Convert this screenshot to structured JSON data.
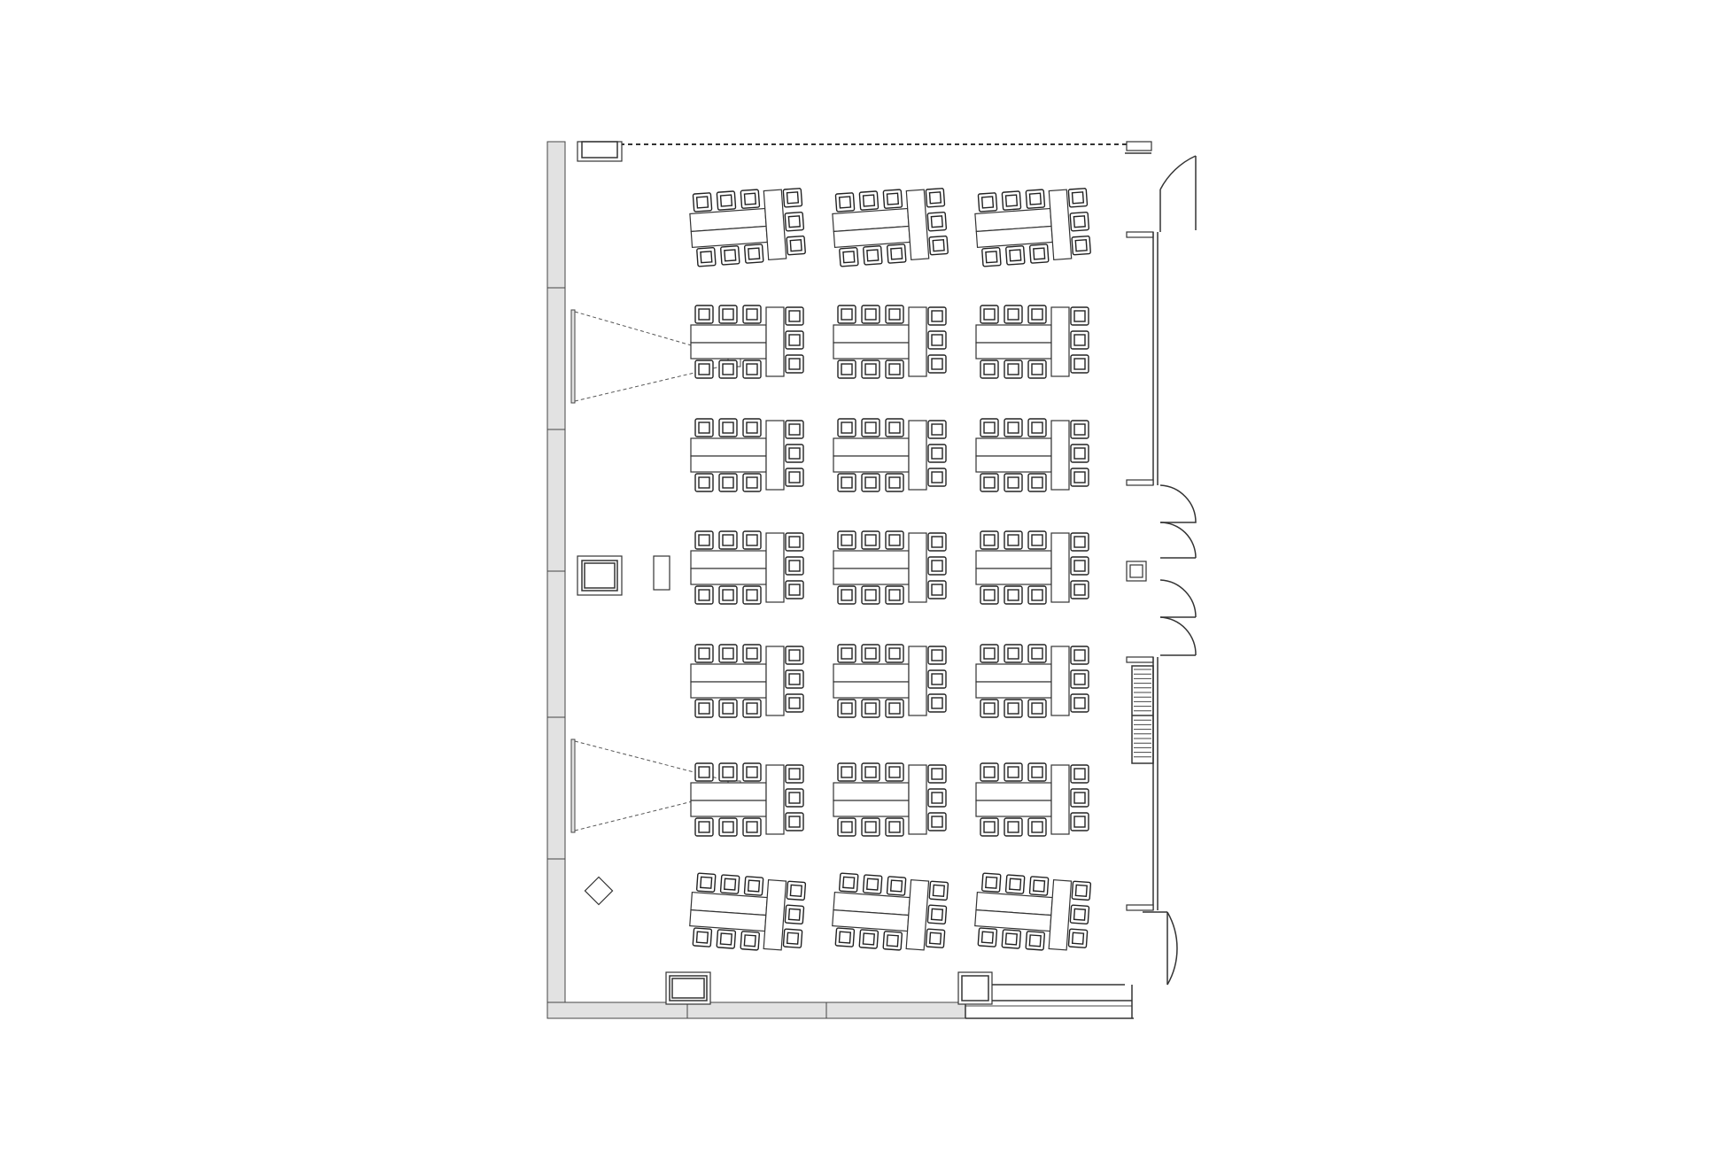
{
  "plan": {
    "layout": "classroom-table-clusters",
    "cluster_grid": {
      "rows": 7,
      "columns": 3
    },
    "clusters": [
      {
        "row": 1,
        "col": 1,
        "rotation": -4
      },
      {
        "row": 1,
        "col": 2,
        "rotation": -4
      },
      {
        "row": 1,
        "col": 3,
        "rotation": -4
      },
      {
        "row": 2,
        "col": 1,
        "rotation": 0
      },
      {
        "row": 2,
        "col": 2,
        "rotation": 0
      },
      {
        "row": 2,
        "col": 3,
        "rotation": 0
      },
      {
        "row": 3,
        "col": 1,
        "rotation": 0
      },
      {
        "row": 3,
        "col": 2,
        "rotation": 0
      },
      {
        "row": 3,
        "col": 3,
        "rotation": 0
      },
      {
        "row": 4,
        "col": 1,
        "rotation": 0
      },
      {
        "row": 4,
        "col": 2,
        "rotation": 0
      },
      {
        "row": 4,
        "col": 3,
        "rotation": 0
      },
      {
        "row": 5,
        "col": 1,
        "rotation": 0
      },
      {
        "row": 5,
        "col": 2,
        "rotation": 0
      },
      {
        "row": 5,
        "col": 3,
        "rotation": 0
      },
      {
        "row": 6,
        "col": 1,
        "rotation": 0
      },
      {
        "row": 6,
        "col": 2,
        "rotation": 0
      },
      {
        "row": 6,
        "col": 3,
        "rotation": 0
      },
      {
        "row": 7,
        "col": 1,
        "rotation": 4
      },
      {
        "row": 7,
        "col": 2,
        "rotation": 4
      },
      {
        "row": 7,
        "col": 3,
        "rotation": 4
      }
    ],
    "chairs_per_cluster": 9,
    "projection_screens": 2,
    "doors": 4,
    "colors": {
      "line": "#333333",
      "wall_fill": "#e2e2e2",
      "background": "#ffffff"
    }
  }
}
